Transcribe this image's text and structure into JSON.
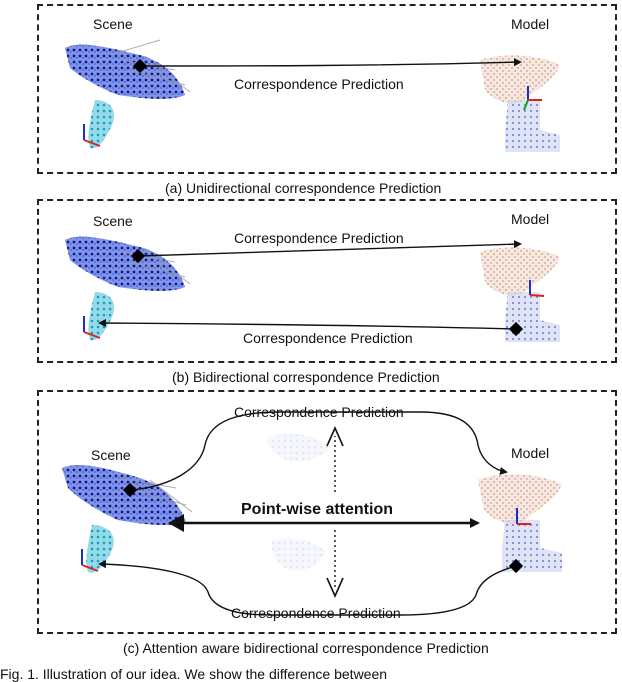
{
  "panels": [
    {
      "scene_label": "Scene",
      "model_label": "Model",
      "arrows": [
        "Correspondence Prediction"
      ],
      "caption": "(a) Unidirectional correspondence Prediction"
    },
    {
      "scene_label": "Scene",
      "model_label": "Model",
      "arrows": [
        "Correspondence Prediction",
        "Correspondence Prediction"
      ],
      "caption": "(b) Bidirectional correspondence Prediction"
    },
    {
      "scene_label": "Scene",
      "model_label": "Model",
      "arrows": [
        "Correspondence Prediction",
        "Correspondence Prediction"
      ],
      "center_label": "Point-wise attention",
      "caption": "(c) Attention aware bidirectional correspondence Prediction"
    }
  ],
  "footer_text": "Fig. 1. Illustration of our idea. We show the difference between"
}
